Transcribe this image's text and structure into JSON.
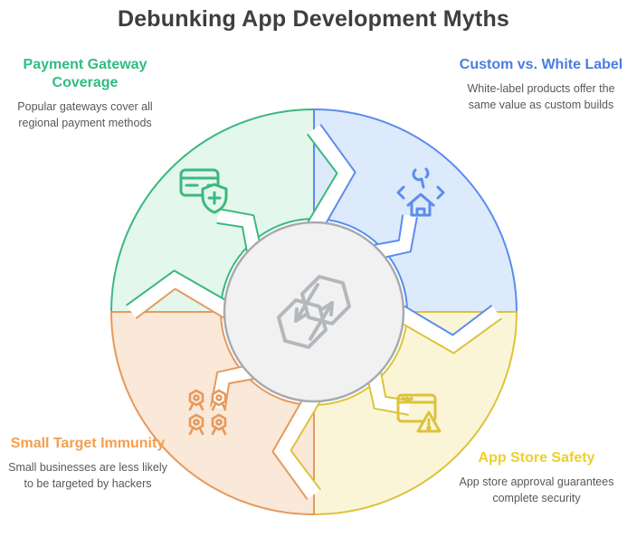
{
  "title": "Debunking App Development Myths",
  "center": {
    "logo_icon": "sync-hexagons-logo",
    "disc_fill": "#f1f1f2",
    "disc_stroke": "#a6abb1",
    "logo_color": "#b4b8bd"
  },
  "quadrants": [
    {
      "id": "payment-gateway-coverage",
      "position": "top-left",
      "heading": "Payment Gateway Coverage",
      "body": "Popular gateways cover all regional payment methods",
      "accent": "#2fbd7f",
      "stroke": "#3cb87e",
      "fill": "#e4f7ec",
      "icon": "credit-card-shield-plus-icon"
    },
    {
      "id": "custom-vs-white-label",
      "position": "top-right",
      "heading": "Custom vs. White Label",
      "body": "White-label products offer the same value as custom builds",
      "accent": "#4a7de0",
      "stroke": "#5a8dee",
      "fill": "#ddeafb",
      "icon": "house-code-tools-icon"
    },
    {
      "id": "app-store-safety",
      "position": "bottom-right",
      "heading": "App Store Safety",
      "body": "App store approval guarantees complete security",
      "accent": "#edcf2e",
      "stroke": "#dcc33c",
      "fill": "#fbf5d8",
      "icon": "browser-warning-icon"
    },
    {
      "id": "small-target-immunity",
      "position": "bottom-left",
      "heading": "Small Target Immunity",
      "body": "Small businesses are less likely to be targeted by hackers",
      "accent": "#f59e4c",
      "stroke": "#e59a5e",
      "fill": "#fae8d8",
      "icon": "user-group-icon"
    }
  ]
}
